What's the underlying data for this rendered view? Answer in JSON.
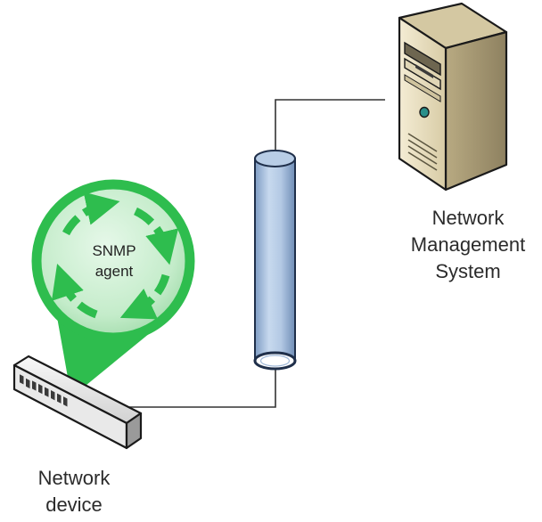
{
  "diagram": {
    "agent": {
      "line1": "SNMP",
      "line2": "agent"
    },
    "nms": {
      "line1": "Network",
      "line2": "Management",
      "line3": "System"
    },
    "device": {
      "line1": "Network",
      "line2": "device"
    }
  },
  "colors": {
    "agent_green": "#2ebd4e",
    "agent_bubble": "#c9efcf",
    "pipe_blue": "#a9c3e0",
    "server_beige": "#eee4c6",
    "cable": "#333333"
  },
  "icons": [
    "server-icon",
    "network-switch-icon",
    "cable-pipe-icon",
    "cycle-arrows-icon"
  ]
}
